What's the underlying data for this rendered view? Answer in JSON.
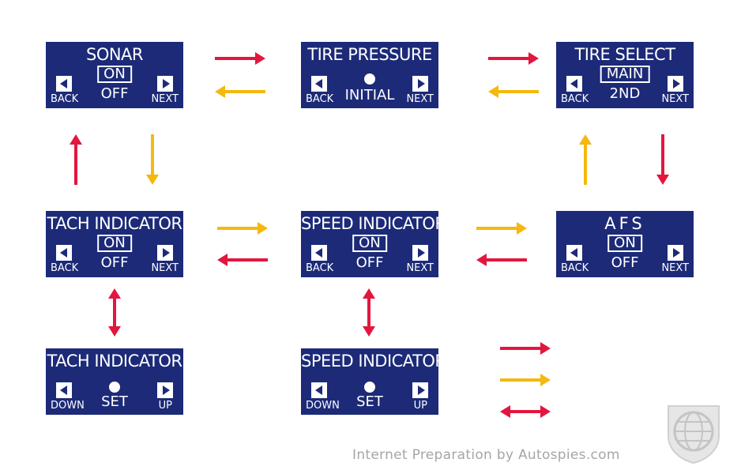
{
  "colors": {
    "panel": "#1c2a78",
    "red": "#e3163f",
    "yellow": "#f5b80f",
    "text": "#ffffff",
    "credit": "#a6a6a6"
  },
  "panels": [
    {
      "key": "sonar",
      "title": "SONAR",
      "selected": "ON",
      "other": "OFF",
      "left_btn": "BACK",
      "right_btn": "NEXT"
    },
    {
      "key": "tire-pressure",
      "title": "TIRE PRESSURE",
      "center": "INITIAL",
      "left_btn": "BACK",
      "right_btn": "NEXT"
    },
    {
      "key": "tire-select",
      "title": "TIRE SELECT",
      "selected": "MAIN",
      "other": "2ND",
      "left_btn": "BACK",
      "right_btn": "NEXT"
    },
    {
      "key": "tach-indicator",
      "title": "TACH INDICATOR",
      "selected": "ON",
      "other": "OFF",
      "left_btn": "BACK",
      "right_btn": "NEXT"
    },
    {
      "key": "speed-indicator",
      "title": "SPEED INDICATOR",
      "selected": "ON",
      "other": "OFF",
      "left_btn": "BACK",
      "right_btn": "NEXT"
    },
    {
      "key": "afs",
      "title": "AFS",
      "selected": "ON",
      "other": "OFF",
      "left_btn": "BACK",
      "right_btn": "NEXT"
    },
    {
      "key": "tach-set",
      "title": "TACH INDICATOR",
      "center": "SET",
      "left_btn": "DOWN",
      "right_btn": "UP"
    },
    {
      "key": "speed-set",
      "title": "SPEED INDICATOR",
      "center": "SET",
      "left_btn": "DOWN",
      "right_btn": "UP"
    }
  ],
  "flows": [
    {
      "from": "sonar",
      "to": "tire-pressure",
      "color": "red"
    },
    {
      "from": "tire-pressure",
      "to": "sonar",
      "color": "yellow"
    },
    {
      "from": "tire-pressure",
      "to": "tire-select",
      "color": "red"
    },
    {
      "from": "tire-select",
      "to": "tire-pressure",
      "color": "yellow"
    },
    {
      "from": "tire-select",
      "to": "afs",
      "color": "red"
    },
    {
      "from": "afs",
      "to": "tire-select",
      "color": "yellow"
    },
    {
      "from": "afs",
      "to": "speed-indicator",
      "color": "red"
    },
    {
      "from": "speed-indicator",
      "to": "afs",
      "color": "yellow"
    },
    {
      "from": "speed-indicator",
      "to": "tach-indicator",
      "color": "red"
    },
    {
      "from": "tach-indicator",
      "to": "speed-indicator",
      "color": "yellow"
    },
    {
      "from": "tach-indicator",
      "to": "sonar",
      "color": "red"
    },
    {
      "from": "sonar",
      "to": "tach-indicator",
      "color": "yellow"
    },
    {
      "from": "tach-indicator",
      "to": "tach-set",
      "color": "red",
      "bidirectional": true
    },
    {
      "from": "speed-indicator",
      "to": "speed-set",
      "color": "red",
      "bidirectional": true
    }
  ],
  "legend": [
    {
      "color": "red",
      "style": "single"
    },
    {
      "color": "yellow",
      "style": "single"
    },
    {
      "color": "red",
      "style": "double"
    }
  ],
  "credit": "Internet Preparation by Autospies.com",
  "logo": "autospies-globe-shield-logo"
}
